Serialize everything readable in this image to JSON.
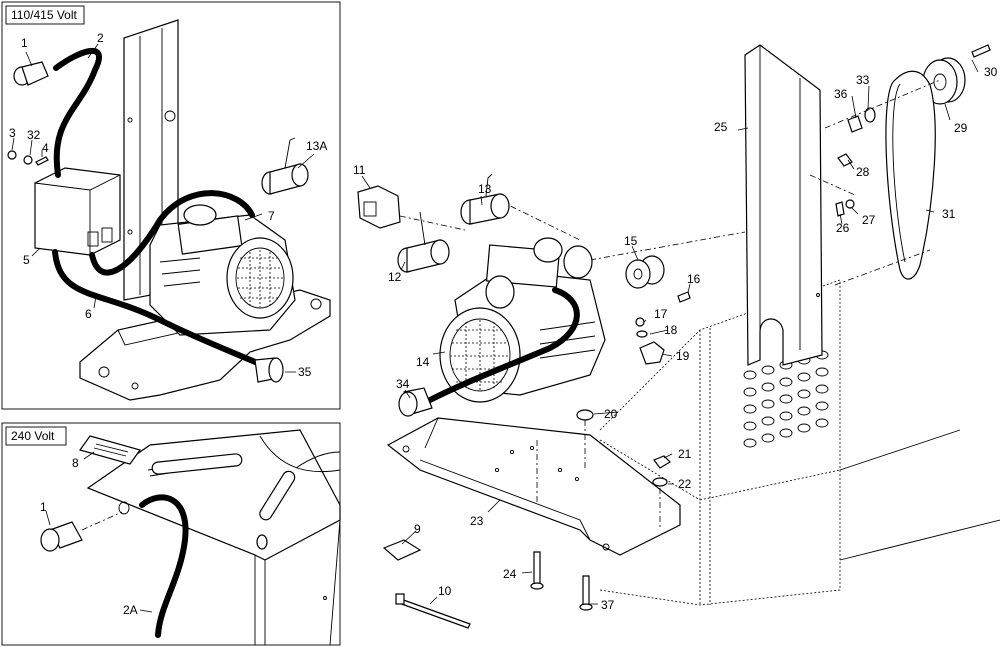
{
  "panels": {
    "top_left": {
      "title": "110/415 Volt"
    },
    "bottom_left": {
      "title": "240 Volt"
    }
  },
  "callouts": {
    "p1_top": "1",
    "p2": "2",
    "p3": "3",
    "p32": "32",
    "p4": "4",
    "p5": "5",
    "p6": "6",
    "p7": "7",
    "p13A": "13A",
    "p35": "35",
    "p8": "8",
    "p1_bottom": "1",
    "p2A": "2A",
    "p11": "11",
    "p13": "13",
    "p12": "12",
    "p14": "14",
    "p34": "34",
    "p15": "15",
    "p16": "16",
    "p17": "17",
    "p18": "18",
    "p19": "19",
    "p20": "20",
    "p21": "21",
    "p22": "22",
    "p23": "23",
    "p9": "9",
    "p10": "10",
    "p24": "24",
    "p37": "37",
    "p25": "25",
    "p36": "36",
    "p33": "33",
    "p30": "30",
    "p29": "29",
    "p28": "28",
    "p27": "27",
    "p26": "26",
    "p31": "31"
  }
}
